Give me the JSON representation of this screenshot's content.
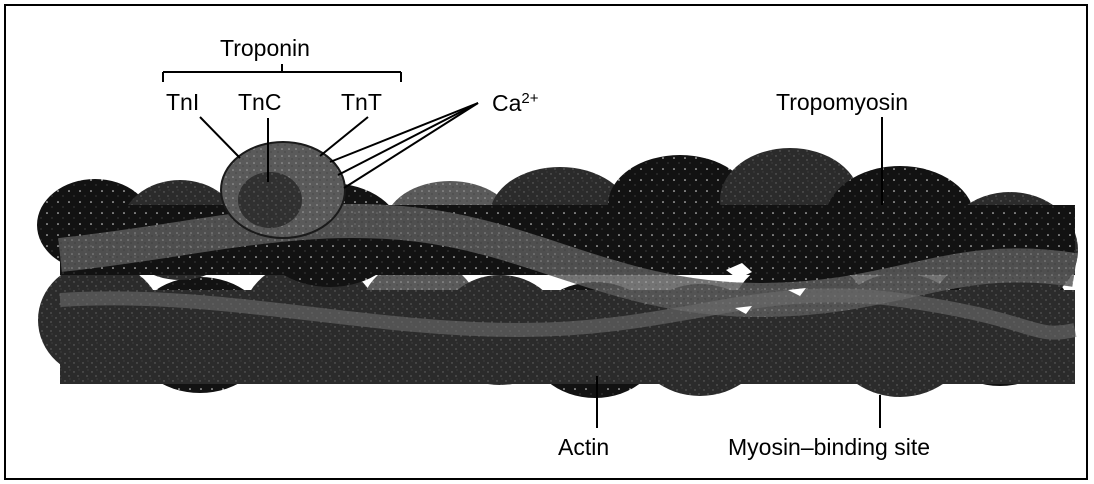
{
  "labels": {
    "troponin": "Troponin",
    "tni": "TnI",
    "tnc": "TnC",
    "tnt": "TnT",
    "calcium": "Ca",
    "calcium_charge": "2+",
    "tropomyosin": "Tropomyosin",
    "actin": "Actin",
    "myosin_binding_site": "Myosin–binding site"
  }
}
